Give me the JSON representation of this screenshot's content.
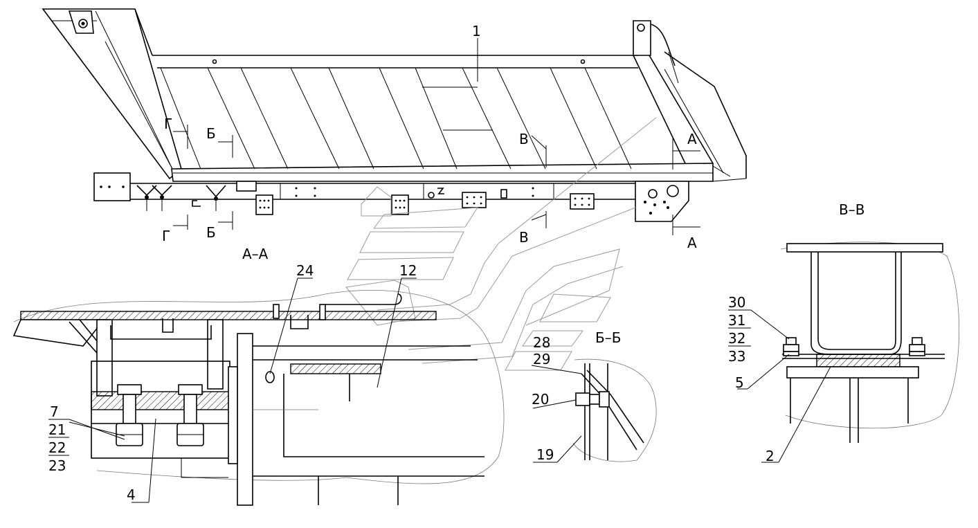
{
  "section_labels": {
    "g_top": "Г",
    "g_bottom": "Г",
    "b_top": "Б",
    "b_bottom": "Б",
    "v_top": "В",
    "v_bottom": "В",
    "a_top": "А",
    "a_bottom": "А",
    "view_aa": "А–А",
    "view_bb": "Б–Б",
    "view_vv": "В–В"
  },
  "callouts": {
    "p1": "1",
    "p2": "2",
    "p4": "4",
    "p5": "5",
    "p7": "7",
    "p12": "12",
    "p19": "19",
    "p20": "20",
    "p21": "21",
    "p22": "22",
    "p23": "23",
    "p24": "24",
    "p28": "28",
    "p29": "29",
    "p30": "30",
    "p31": "31",
    "p32": "32",
    "p33": "33"
  }
}
